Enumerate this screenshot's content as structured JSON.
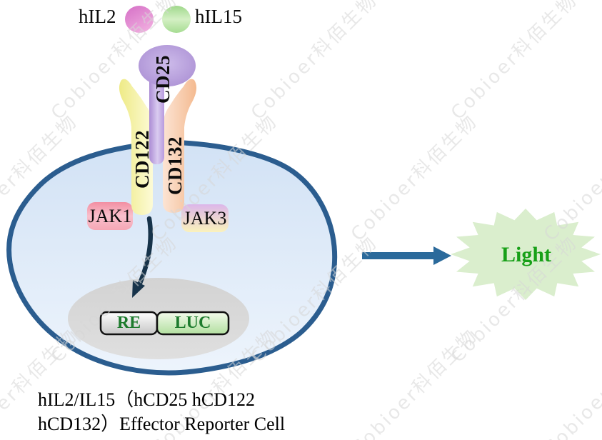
{
  "legend": {
    "hil2_label": "hIL2",
    "hil15_label": "hIL15"
  },
  "receptor": {
    "cd25_label": "CD25",
    "cd122_label": "CD122",
    "cd132_label": "CD132",
    "jak1_label": "JAK1",
    "jak3_label": "JAK3"
  },
  "reporter": {
    "re_label": "RE",
    "luc_label": "LUC"
  },
  "output": {
    "light_label": "Light"
  },
  "caption": {
    "line1": "hIL2/IL15（hCD25 hCD122",
    "line2": "hCD132）Effector Reporter Cell"
  },
  "watermark": {
    "text": "Cobioer科佰生物"
  },
  "colors": {
    "cell_border": "#2b5d8f",
    "cell_fill_top": "#d2e2f5",
    "cell_fill_bottom": "#edf4fc",
    "nucleus_fill": "#d8d8d8",
    "cd25_purple": "#a88cd2",
    "cd122_yellow": "#eeea86",
    "cd132_orange": "#f4ba90",
    "jak1_pink": "#f49aaa",
    "jak3_lavender_yellow": "#dcb6ea",
    "hil2_circle": "#d873c8",
    "hil15_circle": "#a4da90",
    "signal_arrow": "#17334a",
    "output_arrow": "#2b6a9b",
    "starburst_fill": "#daeecd",
    "light_text": "#18a018",
    "gene_text_green": "#1e7b2e"
  }
}
